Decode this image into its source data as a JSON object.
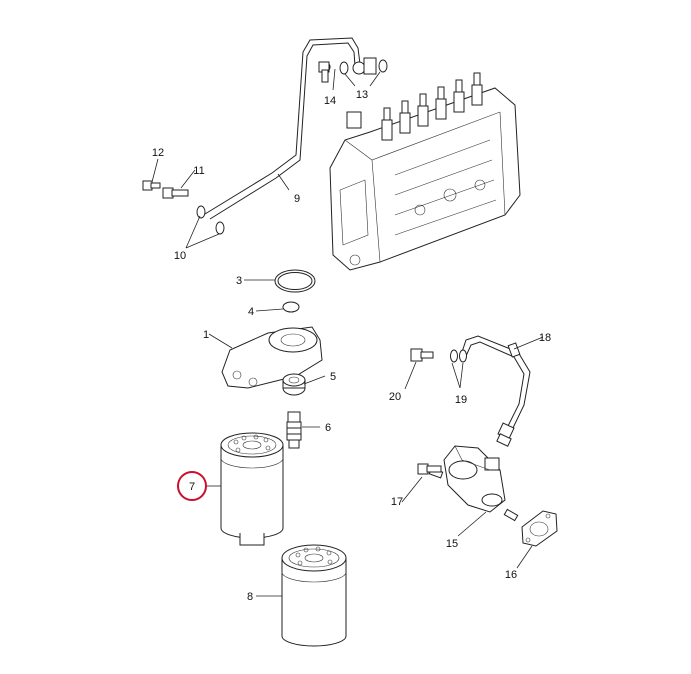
{
  "diagram": {
    "parts": [
      {
        "id": "p1",
        "label": "1",
        "name": "filter-head"
      },
      {
        "id": "p3",
        "label": "3",
        "name": "o-ring-large"
      },
      {
        "id": "p4",
        "label": "4",
        "name": "o-ring-small"
      },
      {
        "id": "p5",
        "label": "5",
        "name": "nut"
      },
      {
        "id": "p6",
        "label": "6",
        "name": "fitting"
      },
      {
        "id": "p7",
        "label": "7",
        "name": "fuel-filter-with-bowl",
        "highlighted": true
      },
      {
        "id": "p8",
        "label": "8",
        "name": "fuel-filter"
      },
      {
        "id": "p9",
        "label": "9",
        "name": "fuel-tube"
      },
      {
        "id": "p10",
        "label": "10",
        "name": "washers"
      },
      {
        "id": "p11",
        "label": "11",
        "name": "banjo-bolt"
      },
      {
        "id": "p12",
        "label": "12",
        "name": "bolt"
      },
      {
        "id": "p13",
        "label": "13",
        "name": "washer-pair"
      },
      {
        "id": "p14",
        "label": "14",
        "name": "banjo-bolt-upper"
      },
      {
        "id": "p15",
        "label": "15",
        "name": "feed-pump"
      },
      {
        "id": "p16",
        "label": "16",
        "name": "gasket"
      },
      {
        "id": "p17",
        "label": "17",
        "name": "pump-bolt"
      },
      {
        "id": "p18",
        "label": "18",
        "name": "pump-tube"
      },
      {
        "id": "p19",
        "label": "19",
        "name": "washers-pump"
      },
      {
        "id": "p20",
        "label": "20",
        "name": "pump-banjo-bolt"
      }
    ],
    "highlight_color": "#c8102e",
    "line_color": "#222222"
  }
}
